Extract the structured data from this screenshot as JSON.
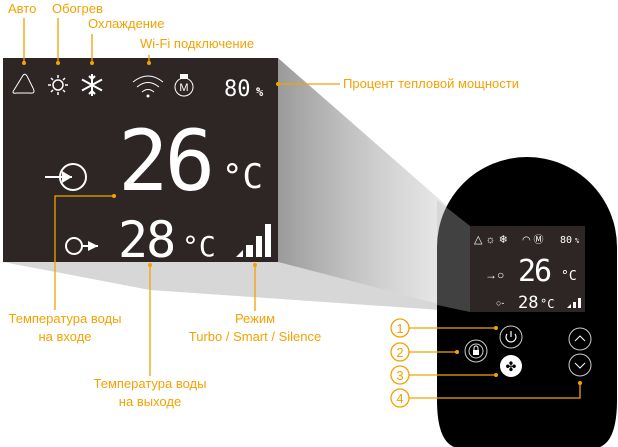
{
  "labels": {
    "auto": "Авто",
    "heat": "Обогрев",
    "cool": "Охлаждение",
    "wifi": "Wi-Fi подключение",
    "power_percent": "Процент тепловой мощности",
    "inlet_line1": "Температура воды",
    "inlet_line2": "на входе",
    "outlet_line1": "Температура воды",
    "outlet_line2": "на выходе",
    "mode_line1": "Режим",
    "mode_line2": "Turbo / Smart / Silence"
  },
  "display": {
    "percent_value": "80",
    "percent_unit": "%",
    "inlet_temp": "26",
    "outlet_temp": "28",
    "unit": "°C",
    "mode_badge": "M"
  },
  "callouts": [
    "1",
    "2",
    "3",
    "4"
  ],
  "colors": {
    "accent": "#f5a200",
    "lcd_bg": "#2e2624",
    "device": "#000000"
  }
}
